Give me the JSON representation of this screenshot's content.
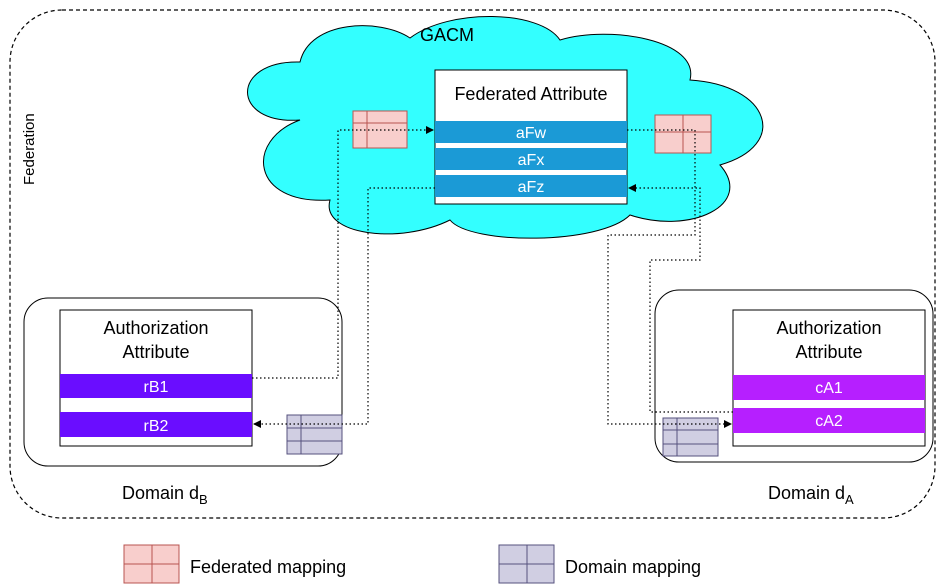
{
  "federation_label": "Federation",
  "gacm_label": "GACM",
  "federated_table": {
    "title": "Federated Attribute",
    "rows": [
      "aFw",
      "aFx",
      "aFz"
    ]
  },
  "domain_b": {
    "table_title_line1": "Authorization",
    "table_title_line2": "Attribute",
    "rows": [
      "rB1",
      "rB2"
    ],
    "label_main": "Domain d",
    "label_sub": "B"
  },
  "domain_a": {
    "table_title_line1": "Authorization",
    "table_title_line2": "Attribute",
    "rows": [
      "cA1",
      "cA2"
    ],
    "label_main": "Domain d",
    "label_sub": "A"
  },
  "legend": {
    "federated": "Federated mapping",
    "domain": "Domain mapping"
  },
  "colors": {
    "cloud": "#33ffff",
    "federated_row": "#1b9ad6",
    "domain_b_row": "#6a0dff",
    "domain_a_row": "#b61fff",
    "federated_mapping": "#f8cecc",
    "federated_mapping_stroke": "#b85450",
    "domain_mapping": "#d0cee2",
    "domain_mapping_stroke": "#56517e"
  }
}
